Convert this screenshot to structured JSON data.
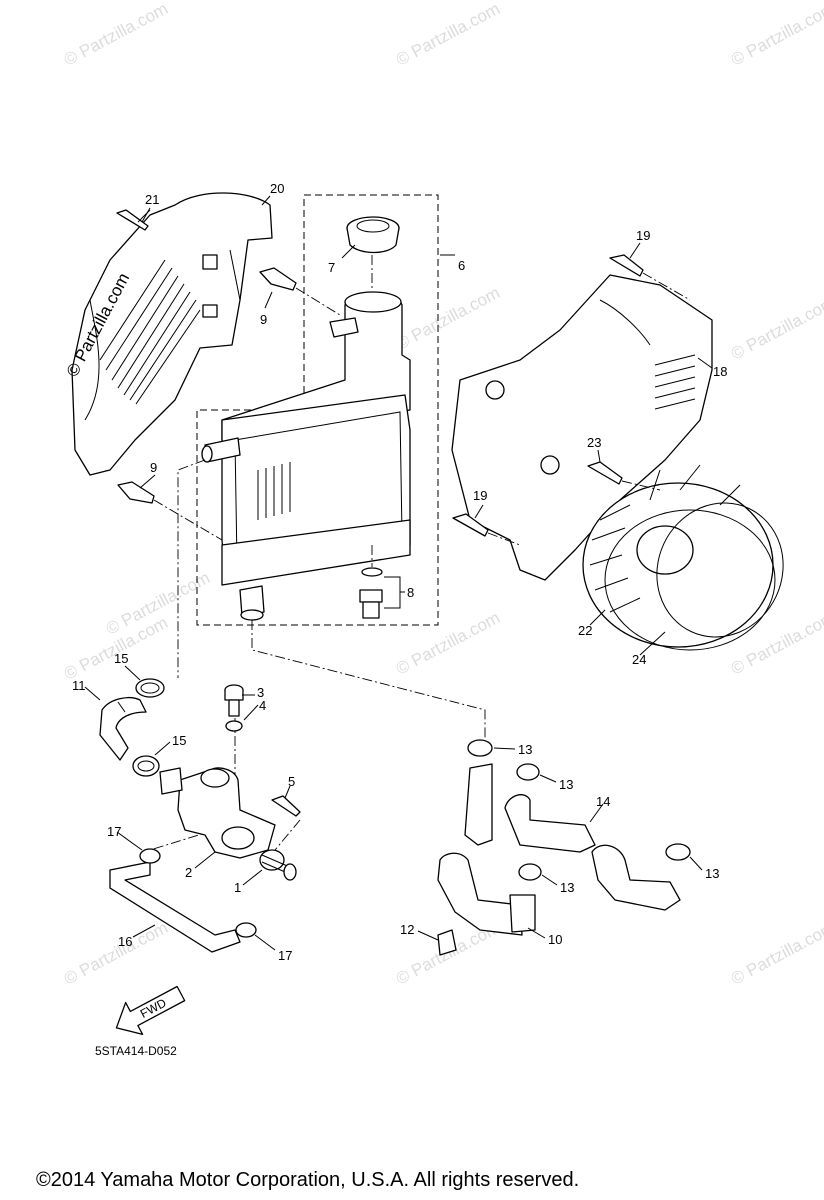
{
  "watermark": {
    "text": "© Partzilla.com",
    "featured_text": "© Partzilla.com"
  },
  "callouts": {
    "c1": "1",
    "c2": "2",
    "c3": "3",
    "c4": "4",
    "c5": "5",
    "c6": "6",
    "c7": "7",
    "c8": "8",
    "c9a": "9",
    "c9b": "9",
    "c10": "10",
    "c11": "11",
    "c12": "12",
    "c13a": "13",
    "c13b": "13",
    "c13c": "13",
    "c13d": "13",
    "c14": "14",
    "c15a": "15",
    "c15b": "15",
    "c16": "16",
    "c17a": "17",
    "c17b": "17",
    "c18": "18",
    "c19a": "19",
    "c19b": "19",
    "c20": "20",
    "c21": "21",
    "c22": "22",
    "c23": "23",
    "c24": "24"
  },
  "fwd_label": "FWD",
  "diagram_code": "5STA414-D052",
  "copyright": "©2014 Yamaha Motor Corporation, U.S.A. All rights reserved."
}
